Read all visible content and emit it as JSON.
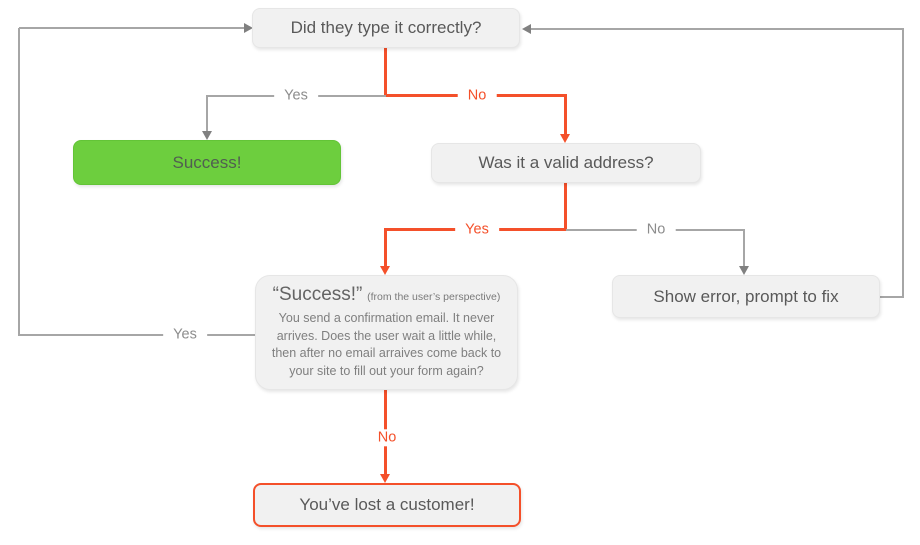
{
  "flowchart": {
    "colors": {
      "accent_red": "#f4502a",
      "success_green": "#6dce3e",
      "connector_gray": "#a6a6a6",
      "box_fill": "#f1f1f1",
      "text_gray": "#595959"
    },
    "nodes": {
      "typed_correctly": {
        "label": "Did they type it correctly?"
      },
      "success": {
        "label": "Success!"
      },
      "valid_address": {
        "label": "Was it a valid address?"
      },
      "fake_success": {
        "heading": "“Success!”",
        "heading_note": "(from the user’s perspective)",
        "body": "You send a confirmation email. It never arrives. Does the user wait a little while, then after no email arraives come back to your site to fill out your form again?"
      },
      "show_error": {
        "label": "Show error, prompt to fix"
      },
      "lost_customer": {
        "label": "You’ve lost a customer!"
      }
    },
    "edges": {
      "typed_yes": {
        "label": "Yes",
        "color": "gray"
      },
      "typed_no": {
        "label": "No",
        "color": "red"
      },
      "valid_yes": {
        "label": "Yes",
        "color": "red"
      },
      "valid_no": {
        "label": "No",
        "color": "gray"
      },
      "wait_no": {
        "label": "No",
        "color": "red"
      },
      "retry_yes": {
        "label": "Yes",
        "color": "gray"
      }
    }
  }
}
